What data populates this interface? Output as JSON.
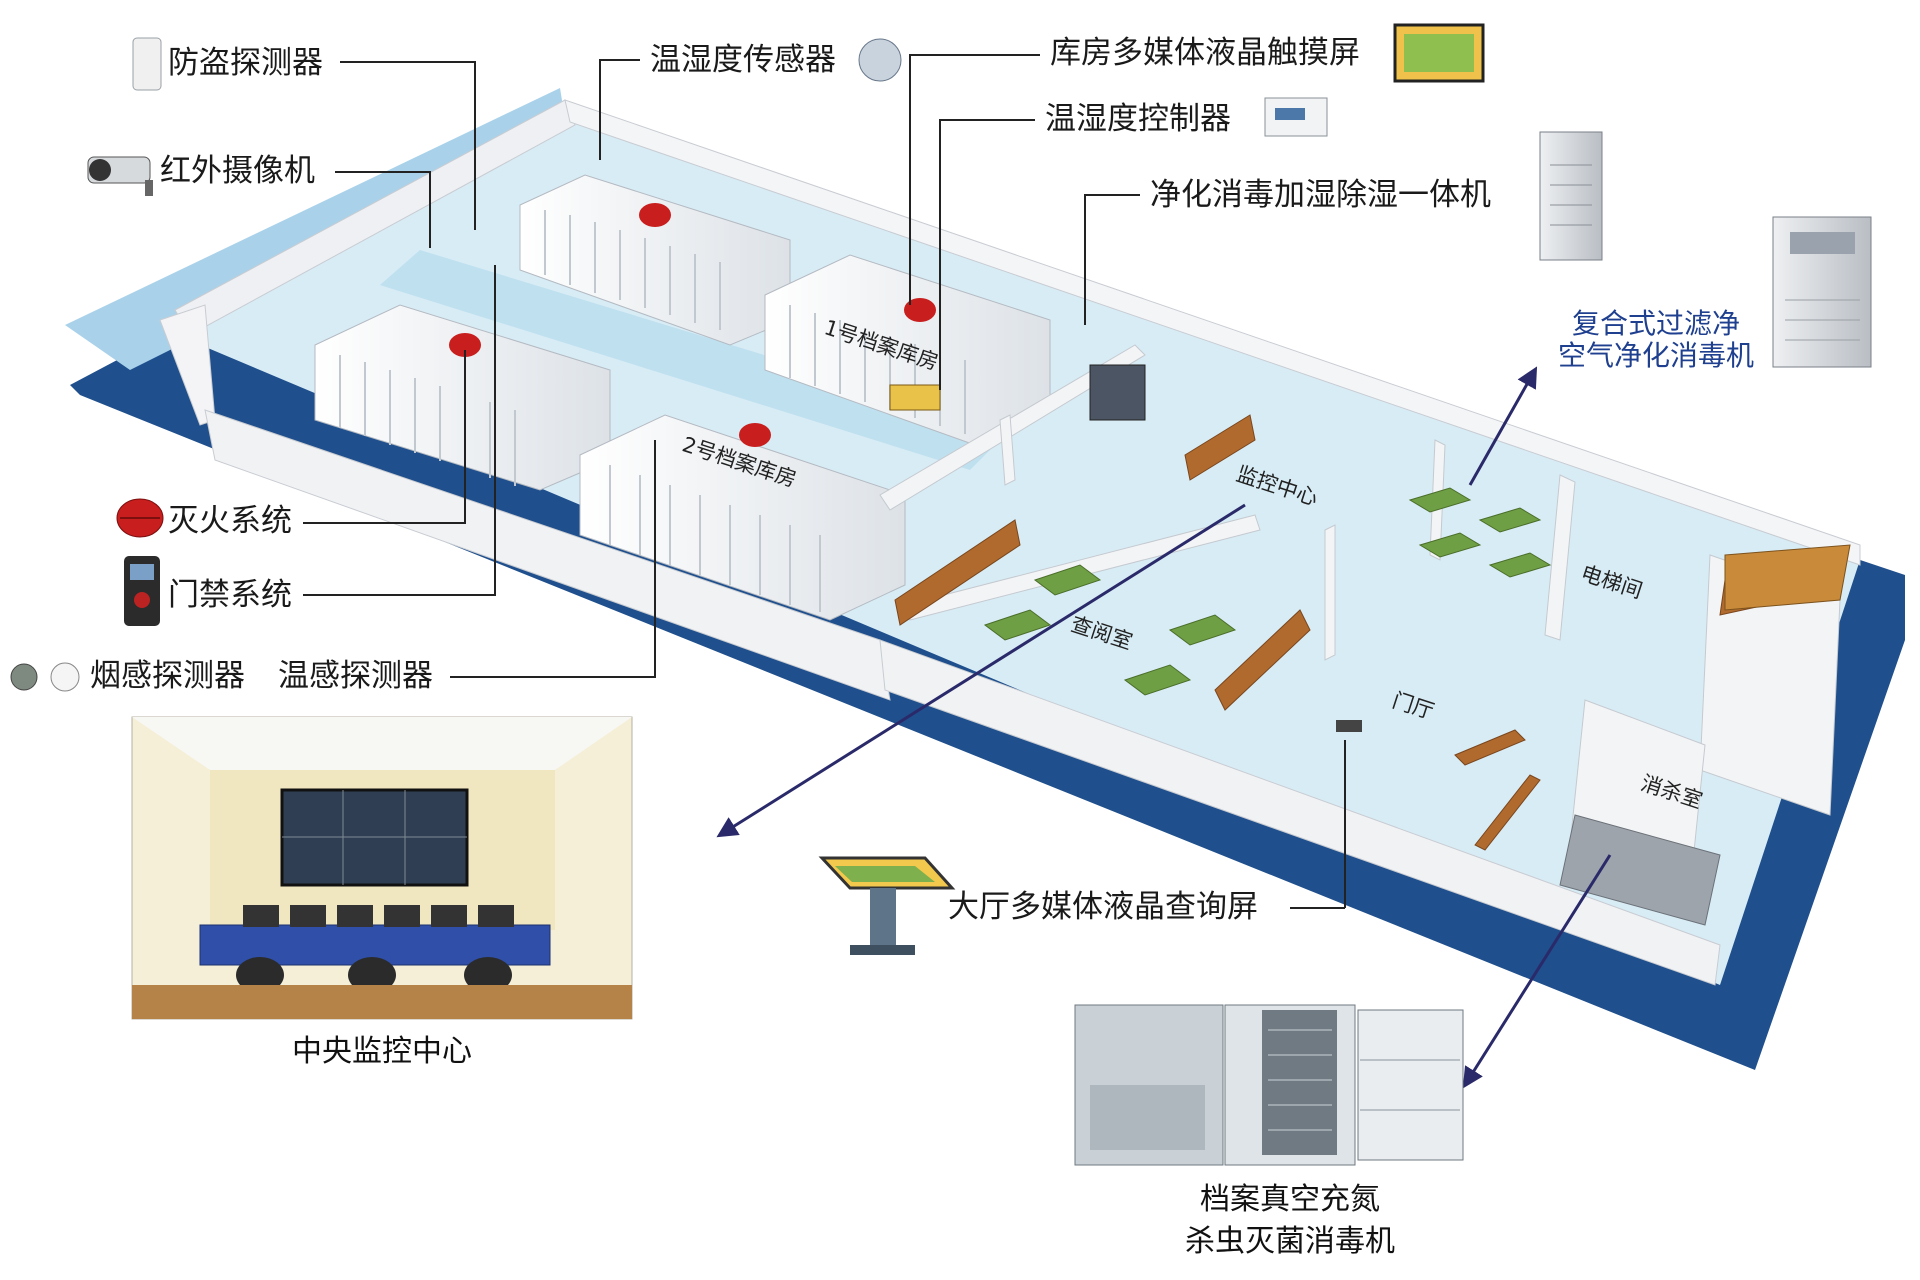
{
  "labels": {
    "anti_theft": "防盗探测器",
    "infrared_camera": "红外摄像机",
    "fire_suppression": "灭火系统",
    "access_control": "门禁系统",
    "smoke_detector": "烟感探测器",
    "heat_detector": "温感探测器",
    "th_sensor": "温湿度传感器",
    "warehouse_touch_screen": "库房多媒体液晶触摸屏",
    "th_controller": "温湿度控制器",
    "purifier_all_in_one": "净化消毒加湿除湿一体机",
    "composite_purifier_line1": "复合式过滤净",
    "composite_purifier_line2": "空气净化消毒机",
    "hall_query_screen": "大厅多媒体液晶查询屏",
    "vacuum_machine_line1": "档案真空充氮",
    "vacuum_machine_line2": "杀虫灭菌消毒机",
    "central_monitoring": "中央监控中心"
  },
  "rooms": {
    "warehouse_1": "1号档案库房",
    "warehouse_2": "2号档案库房",
    "monitoring": "监控中心",
    "reading": "查阅室",
    "elevator": "电梯间",
    "lobby": "门厅",
    "disinfection": "消杀室"
  },
  "colors": {
    "floor_base": "#1f4f8c",
    "floor_light": "#cde6f2",
    "wall": "#f3f4f6",
    "label_text": "#1a1a1a",
    "blue_label": "#1f3f8f",
    "fire_red": "#c81e1e",
    "arrow": "#2a2a6a"
  }
}
